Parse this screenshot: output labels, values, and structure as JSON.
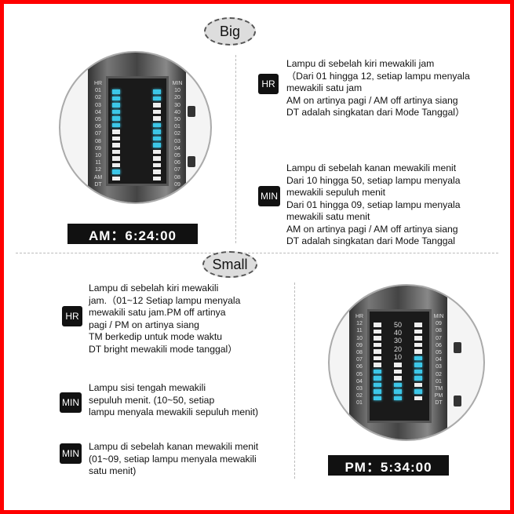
{
  "labels": {
    "big": "Big",
    "small": "Small"
  },
  "big_watch": {
    "hour_labels": [
      "HR",
      "01",
      "02",
      "03",
      "04",
      "05",
      "06",
      "07",
      "08",
      "09",
      "10",
      "11",
      "12",
      "AM",
      "DT"
    ],
    "min_labels": [
      "MIN",
      "10",
      "20",
      "30",
      "40",
      "50",
      "01",
      "02",
      "03",
      "04",
      "05",
      "06",
      "07",
      "08",
      "09"
    ],
    "left_leds": [
      true,
      true,
      true,
      true,
      true,
      true,
      false,
      false,
      false,
      false,
      false,
      false,
      true,
      false
    ],
    "right_leds": [
      true,
      true,
      false,
      false,
      false,
      true,
      true,
      true,
      true,
      false,
      false,
      false,
      false,
      false
    ],
    "time": "AM：6:24:00"
  },
  "small_watch": {
    "hour_labels": [
      "HR",
      "12",
      "11",
      "10",
      "09",
      "08",
      "07",
      "06",
      "05",
      "04",
      "03",
      "02",
      "01"
    ],
    "mid_labels": [
      "50",
      "40",
      "30",
      "20",
      "10"
    ],
    "min_labels": [
      "MIN",
      "09",
      "08",
      "07",
      "06",
      "05",
      "04",
      "03",
      "02",
      "01",
      "TM",
      "PM",
      "DT"
    ],
    "left_leds": [
      false,
      false,
      false,
      false,
      false,
      false,
      false,
      true,
      true,
      true,
      true,
      true
    ],
    "mid_leds": [
      false,
      false,
      false,
      false,
      false,
      false,
      false,
      false,
      false,
      true,
      true,
      true
    ],
    "right_leds": [
      false,
      false,
      false,
      false,
      false,
      true,
      true,
      true,
      true,
      false,
      true,
      false
    ],
    "time": "PM：5:34:00"
  },
  "big_sections": [
    {
      "badge": "HR",
      "lines": [
        "Lampu di sebelah kiri mewakili jam",
        "（Dari 01 hingga 12, setiap lampu menyala",
        "mewakili satu jam",
        "AM on artinya pagi / AM off artinya siang",
        "DT adalah singkatan dari Mode Tanggal）"
      ]
    },
    {
      "badge": "MIN",
      "lines": [
        "Lampu di sebelah kanan mewakili menit",
        "Dari 10 hingga 50, setiap lampu menyala",
        "mewakili sepuluh menit",
        "Dari 01 hingga 09, setiap lampu menyala",
        "mewakili satu menit",
        "AM on artinya pagi / AM off artinya siang",
        "DT adalah singkatan dari Mode Tanggal"
      ]
    }
  ],
  "small_sections": [
    {
      "badge": "HR",
      "lines": [
        "Lampu di sebelah kiri mewakili",
        "jam.（01~12 Setiap lampu menyala",
        "mewakili satu jam.PM off artinya",
        "pagi / PM on artinya siang",
        "TM berkedip untuk mode waktu",
        "DT bright mewakili mode tanggal）"
      ]
    },
    {
      "badge": "MIN",
      "lines": [
        "Lampu sisi tengah mewakili",
        "sepuluh menit. (10~50, setiap",
        "lampu menyala mewakili sepuluh menit)"
      ]
    },
    {
      "badge": "MIN",
      "lines": [
        "Lampu di sebelah kanan mewakili menit",
        "(01~09, setiap lampu menyala mewakili",
        "satu menit)"
      ]
    }
  ]
}
